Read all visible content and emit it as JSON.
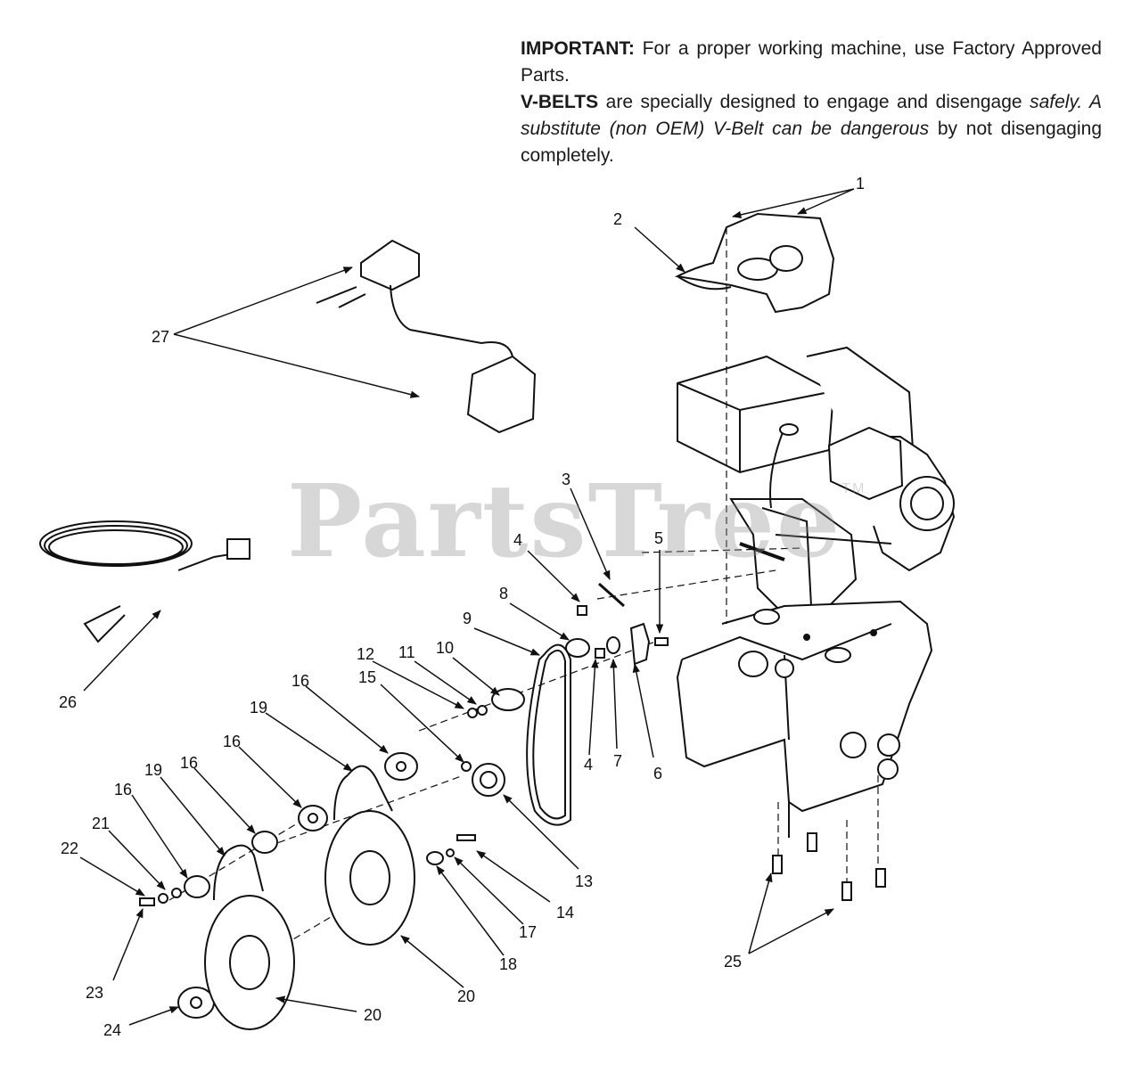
{
  "notice": {
    "important_label": "IMPORTANT:",
    "important_text": " For a proper working machine, use Factory Approved Parts.",
    "vbelts_label": "V-BELTS",
    "vbelts_text_1": " are specially designed to engage and disengage ",
    "vbelts_text_italic": "safely.  A substitute (non OEM) V-Belt can be dangerous",
    "vbelts_text_2": " by not disengaging completely."
  },
  "watermark": {
    "text": "PartsTree",
    "tm": "TM"
  },
  "callouts": [
    {
      "id": "c1",
      "text": "1"
    },
    {
      "id": "c2",
      "text": "2"
    },
    {
      "id": "c3",
      "text": "3"
    },
    {
      "id": "c4a",
      "text": "4"
    },
    {
      "id": "c4b",
      "text": "4"
    },
    {
      "id": "c5",
      "text": "5"
    },
    {
      "id": "c6",
      "text": "6"
    },
    {
      "id": "c7",
      "text": "7"
    },
    {
      "id": "c8",
      "text": "8"
    },
    {
      "id": "c9",
      "text": "9"
    },
    {
      "id": "c10",
      "text": "10"
    },
    {
      "id": "c11",
      "text": "11"
    },
    {
      "id": "c12",
      "text": "12"
    },
    {
      "id": "c13",
      "text": "13"
    },
    {
      "id": "c14",
      "text": "14"
    },
    {
      "id": "c15",
      "text": "15"
    },
    {
      "id": "c16a",
      "text": "16"
    },
    {
      "id": "c16b",
      "text": "16"
    },
    {
      "id": "c16c",
      "text": "16"
    },
    {
      "id": "c16d",
      "text": "16"
    },
    {
      "id": "c17",
      "text": "17"
    },
    {
      "id": "c18",
      "text": "18"
    },
    {
      "id": "c19a",
      "text": "19"
    },
    {
      "id": "c19b",
      "text": "19"
    },
    {
      "id": "c20a",
      "text": "20"
    },
    {
      "id": "c20b",
      "text": "20"
    },
    {
      "id": "c21",
      "text": "21"
    },
    {
      "id": "c22",
      "text": "22"
    },
    {
      "id": "c23",
      "text": "23"
    },
    {
      "id": "c24",
      "text": "24"
    },
    {
      "id": "c25",
      "text": "25"
    },
    {
      "id": "c26",
      "text": "26"
    },
    {
      "id": "c27",
      "text": "27"
    }
  ]
}
